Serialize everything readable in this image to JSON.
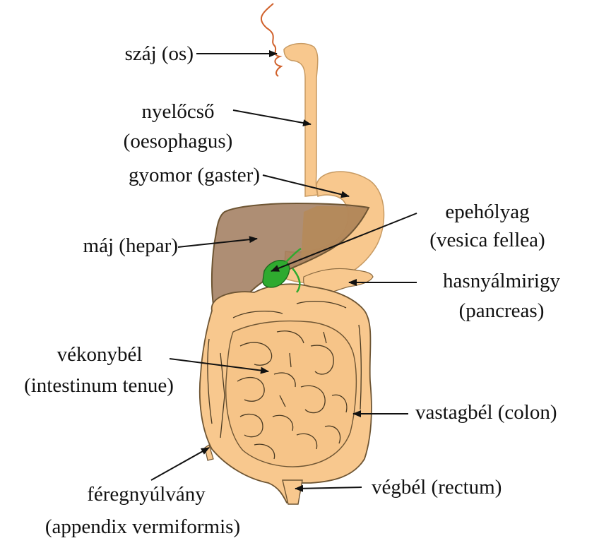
{
  "labels": {
    "mouth": "száj (os)",
    "esophagus_1": "nyelőcső",
    "esophagus_2": "(oesophagus)",
    "stomach": "gyomor (gaster)",
    "liver": "máj (hepar)",
    "gallbladder_1": "epehólyag",
    "gallbladder_2": "(vesica fellea)",
    "pancreas_1": "hasnyálmirigy",
    "pancreas_2": "(pancreas)",
    "small_intestine_1": "vékonybél",
    "small_intestine_2": "(intestinum tenue)",
    "colon": "vastagbél (colon)",
    "appendix_1": "féregnyúlvány",
    "appendix_2": "(appendix vermiformis)",
    "rectum": "végbél (rectum)"
  },
  "colors": {
    "organ_fill": "#f8c88e",
    "organ_stroke": "#6e5533",
    "liver_fill": "#a07a5c",
    "liver_overlap": "#b5895a",
    "gallbladder": "#2faa2f",
    "lips": "#d0602a",
    "arrow": "#111111"
  }
}
